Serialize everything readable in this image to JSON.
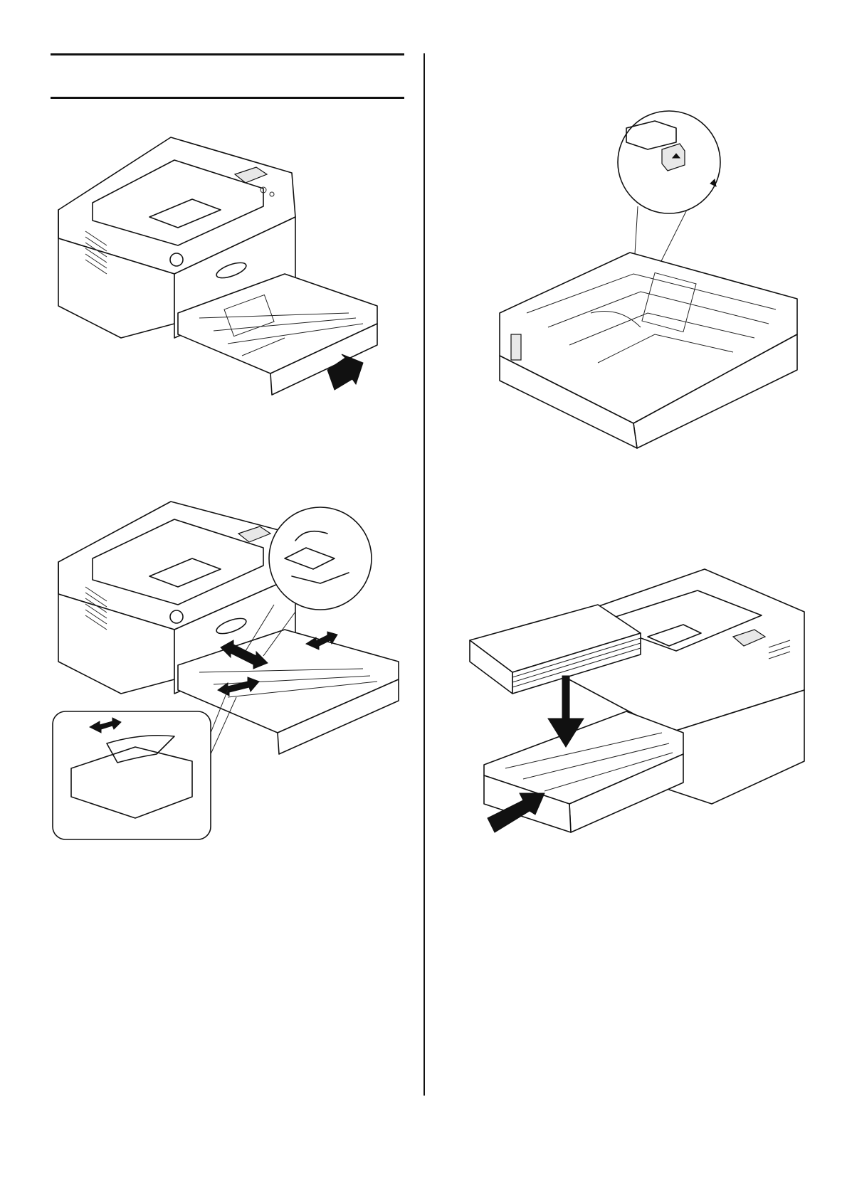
{
  "page": {
    "header_rules": [
      "",
      ""
    ]
  },
  "figures": [
    {
      "id": "printer-tray-pull-out",
      "description_icon": "printer-with-tray-pulled-out"
    },
    {
      "id": "printer-tray-guides",
      "description_icon": "printer-tray-guide-adjust"
    },
    {
      "id": "tray-paper-level-indicator",
      "description_icon": "paper-tray-closeup"
    },
    {
      "id": "load-paper-into-tray",
      "description_icon": "paper-stack-into-tray"
    }
  ]
}
